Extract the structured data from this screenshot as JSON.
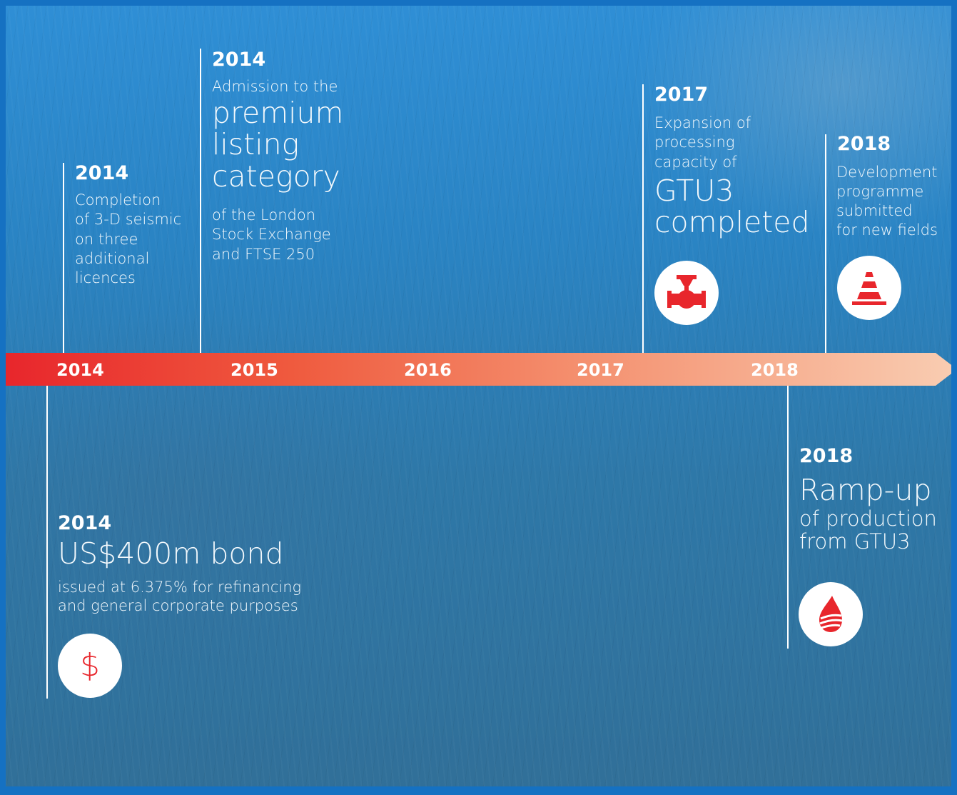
{
  "timeline": {
    "years": [
      "2014",
      "2015",
      "2016",
      "2017",
      "2018"
    ],
    "gradient_start": "#e8262c",
    "gradient_end": "#f9cdb2"
  },
  "events": {
    "e1": {
      "year": "2014",
      "lines": [
        "Completion",
        "of 3-D seismic",
        "on three",
        "additional",
        "licences"
      ]
    },
    "e2": {
      "year": "2014",
      "intro": "Admission to the",
      "highlight": [
        "premium",
        "listing",
        "category"
      ],
      "detail": [
        "of the London",
        "Stock Exchange",
        "and FTSE 250"
      ]
    },
    "e3": {
      "year": "2017",
      "intro": [
        "Expansion of",
        "processing",
        "capacity of"
      ],
      "highlight": [
        "GTU3",
        "completed"
      ],
      "icon": "valve-icon"
    },
    "e4": {
      "year": "2018",
      "lines": [
        "Development",
        "programme",
        "submitted",
        "for new fields"
      ],
      "icon": "cone-icon"
    },
    "e5": {
      "year": "2014",
      "highlight": "US$400m bond",
      "detail": [
        "issued at 6.375% for refinancing",
        "and general corporate purposes"
      ],
      "icon": "dollar-icon",
      "icon_glyph": "$"
    },
    "e6": {
      "year": "2018",
      "highlight": "Ramp-up",
      "detail": [
        "of production",
        "from GTU3"
      ],
      "icon": "flame-drop-icon"
    }
  },
  "colors": {
    "accent": "#e8262c",
    "background": "#2a84c4",
    "text": "#ffffff"
  }
}
